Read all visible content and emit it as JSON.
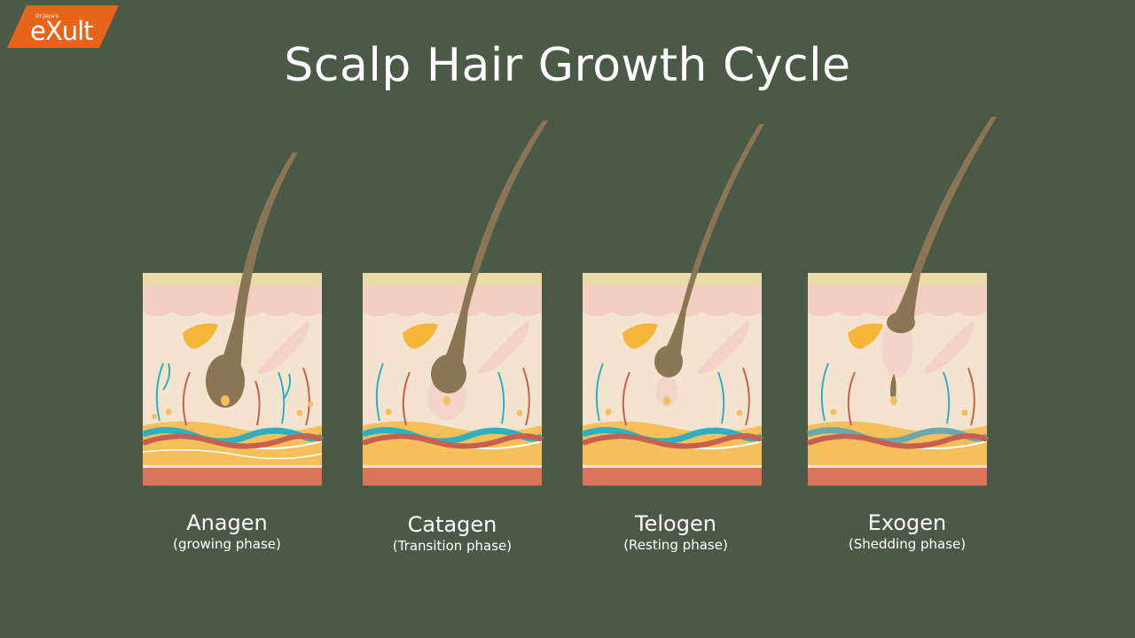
{
  "logo": {
    "small": "Dr.Jaya's",
    "main": "eXult",
    "color": "#e8641b"
  },
  "title": "Scalp Hair Growth Cycle",
  "colors": {
    "background": "#4a5a47",
    "hair": "#8a7554",
    "skin_top": "#f3d9c0",
    "dermis": "#f4e4cf",
    "fat": "#f5c05a",
    "bottom": "#d9745a",
    "vein_blue": "#2fb0c0",
    "vein_red": "#c8604f"
  },
  "phases": [
    {
      "name": "Anagen",
      "phase": "(growing phase)"
    },
    {
      "name": "Catagen",
      "phase": "(Transition phase)"
    },
    {
      "name": "Telogen",
      "phase": "(Resting phase)"
    },
    {
      "name": "Exogen",
      "phase": "(Shedding phase)"
    }
  ]
}
